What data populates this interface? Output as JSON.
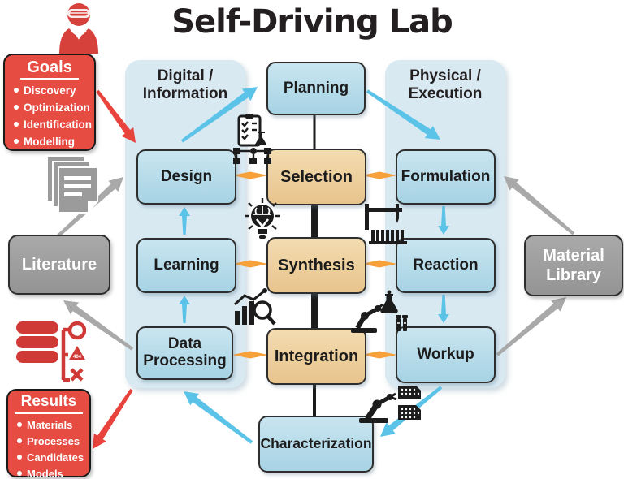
{
  "title": "Self-Driving Lab",
  "panels": {
    "digital": {
      "line1": "Digital /",
      "line2": "Information"
    },
    "physical": {
      "line1": "Physical /",
      "line2": "Execution"
    }
  },
  "nodes": {
    "planning": "Planning",
    "design": "Design",
    "learning": "Learning",
    "data_processing": "Data Processing",
    "selection": "Selection",
    "synthesis": "Synthesis",
    "integration": "Integration",
    "characterization": "Characterization",
    "formulation": "Formulation",
    "reaction": "Reaction",
    "workup": "Workup"
  },
  "goals": {
    "title": "Goals",
    "items": [
      "Discovery",
      "Optimization",
      "Identification",
      "Modelling"
    ]
  },
  "results": {
    "title": "Results",
    "items": [
      "Materials",
      "Processes",
      "Candidates",
      "Models"
    ]
  },
  "literature_label": "Literature",
  "material_library": {
    "line1": "Material",
    "line2": "Library"
  },
  "icons": {
    "scientist": "scientist-icon",
    "documents": "documents-icon",
    "database_issues": "database-issues-icon",
    "plan_checklist": "plan-checklist-icon",
    "idea_brain": "idea-brain-icon",
    "data_analytics": "data-analytics-icon",
    "liquid_handler": "liquid-handler-icon",
    "robot_flask": "robot-flask-icon",
    "robot_plates": "robot-plates-icon"
  },
  "colors": {
    "red": "#e64c42",
    "light_blue_node": "#a7d3e4",
    "panel_blue": "#d8e9f2",
    "orange_node": "#e8c48c",
    "orange_arrow": "#f6a13a",
    "sky_arrow": "#5cc3e8",
    "gray_arrow": "#a9a9a9",
    "gray_box": "#9c9c9c",
    "line_black": "#1c1c1c"
  }
}
